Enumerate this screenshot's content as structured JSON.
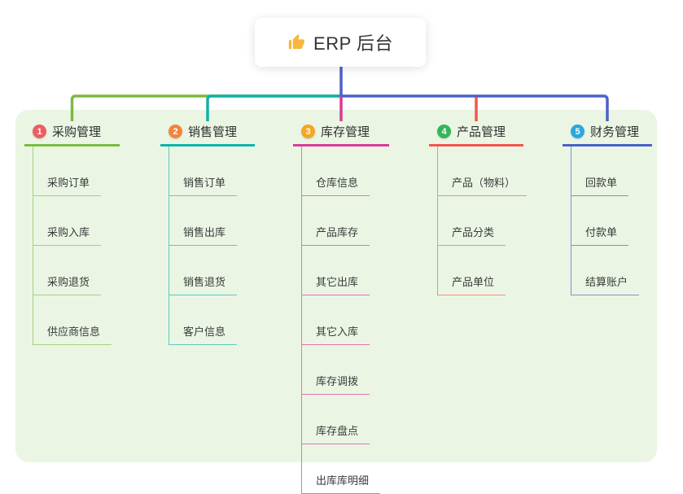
{
  "root": {
    "label": "ERP 后台",
    "icon": "thumbs-up-icon"
  },
  "colors": {
    "panel_bg": "#eaf6e3",
    "stem": "#4e61c9",
    "root_card_bg": "#ffffff",
    "text": "#333333"
  },
  "branches": [
    {
      "index": "1",
      "label": "采购管理",
      "badge_color": "#f05b62",
      "line_color": "#7cbb42",
      "light_color": "#a8d07e",
      "children": [
        "采购订单",
        "采购入库",
        "采购退货",
        "供应商信息"
      ]
    },
    {
      "index": "2",
      "label": "销售管理",
      "badge_color": "#f0853d",
      "line_color": "#12b2a7",
      "light_color": "#5ec8bf",
      "children": [
        "销售订单",
        "销售出库",
        "销售退货",
        "客户信息"
      ]
    },
    {
      "index": "3",
      "label": "库存管理",
      "badge_color": "#f5a623",
      "line_color": "#d63c97",
      "light_color": "#e273b2",
      "children": [
        "仓库信息",
        "产品库存",
        "其它出库",
        "其它入库",
        "库存调拨",
        "库存盘点",
        "出库库明细"
      ]
    },
    {
      "index": "4",
      "label": "产品管理",
      "badge_color": "#35b559",
      "line_color": "#f2564e",
      "light_color": "#f78a82",
      "children": [
        "产品（物料）",
        "产品分类",
        "产品单位"
      ]
    },
    {
      "index": "5",
      "label": "财务管理",
      "badge_color": "#2ba6e0",
      "line_color": "#4763c7",
      "light_color": "#7b90d4",
      "children": [
        "回款单",
        "付款单",
        "结算账户"
      ]
    }
  ]
}
